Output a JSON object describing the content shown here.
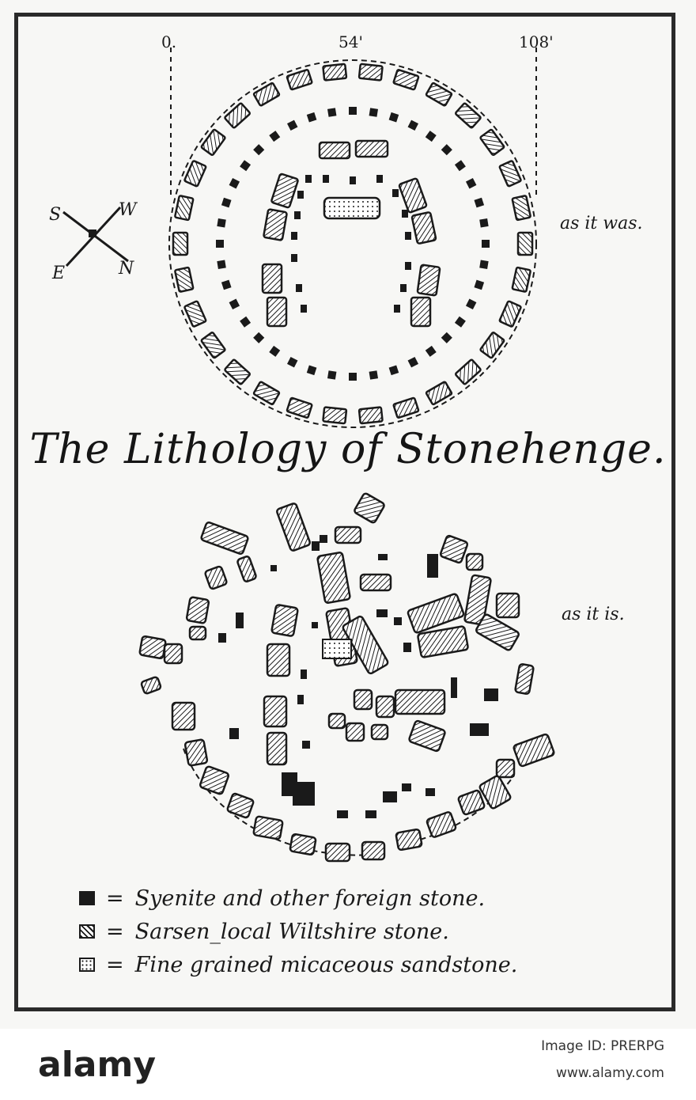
{
  "scale_bar": {
    "ticks": [
      "0.",
      "54'",
      "108'"
    ]
  },
  "compass": {
    "letters": [
      "S",
      "W",
      "E",
      "N"
    ]
  },
  "captions": {
    "as_it_was": "as it was.",
    "as_it_is": "as it is."
  },
  "title": "The Lithology of Stonehenge.",
  "legend": [
    {
      "symbol": "foreign-stone-swatch",
      "text": "Syenite and other foreign stone."
    },
    {
      "symbol": "sarsen-swatch",
      "text": "Sarsen_local Wiltshire stone."
    },
    {
      "symbol": "sandstone-swatch",
      "text": "Fine grained micaceous sandstone."
    }
  ],
  "footer": {
    "brand": "alamy",
    "image_code": "Image ID: PRERPG",
    "url": "www.alamy.com"
  },
  "colors": {
    "ink": "#1a1a1a",
    "paper": "#f7f7f5",
    "footer_bg": "#ffffff"
  }
}
